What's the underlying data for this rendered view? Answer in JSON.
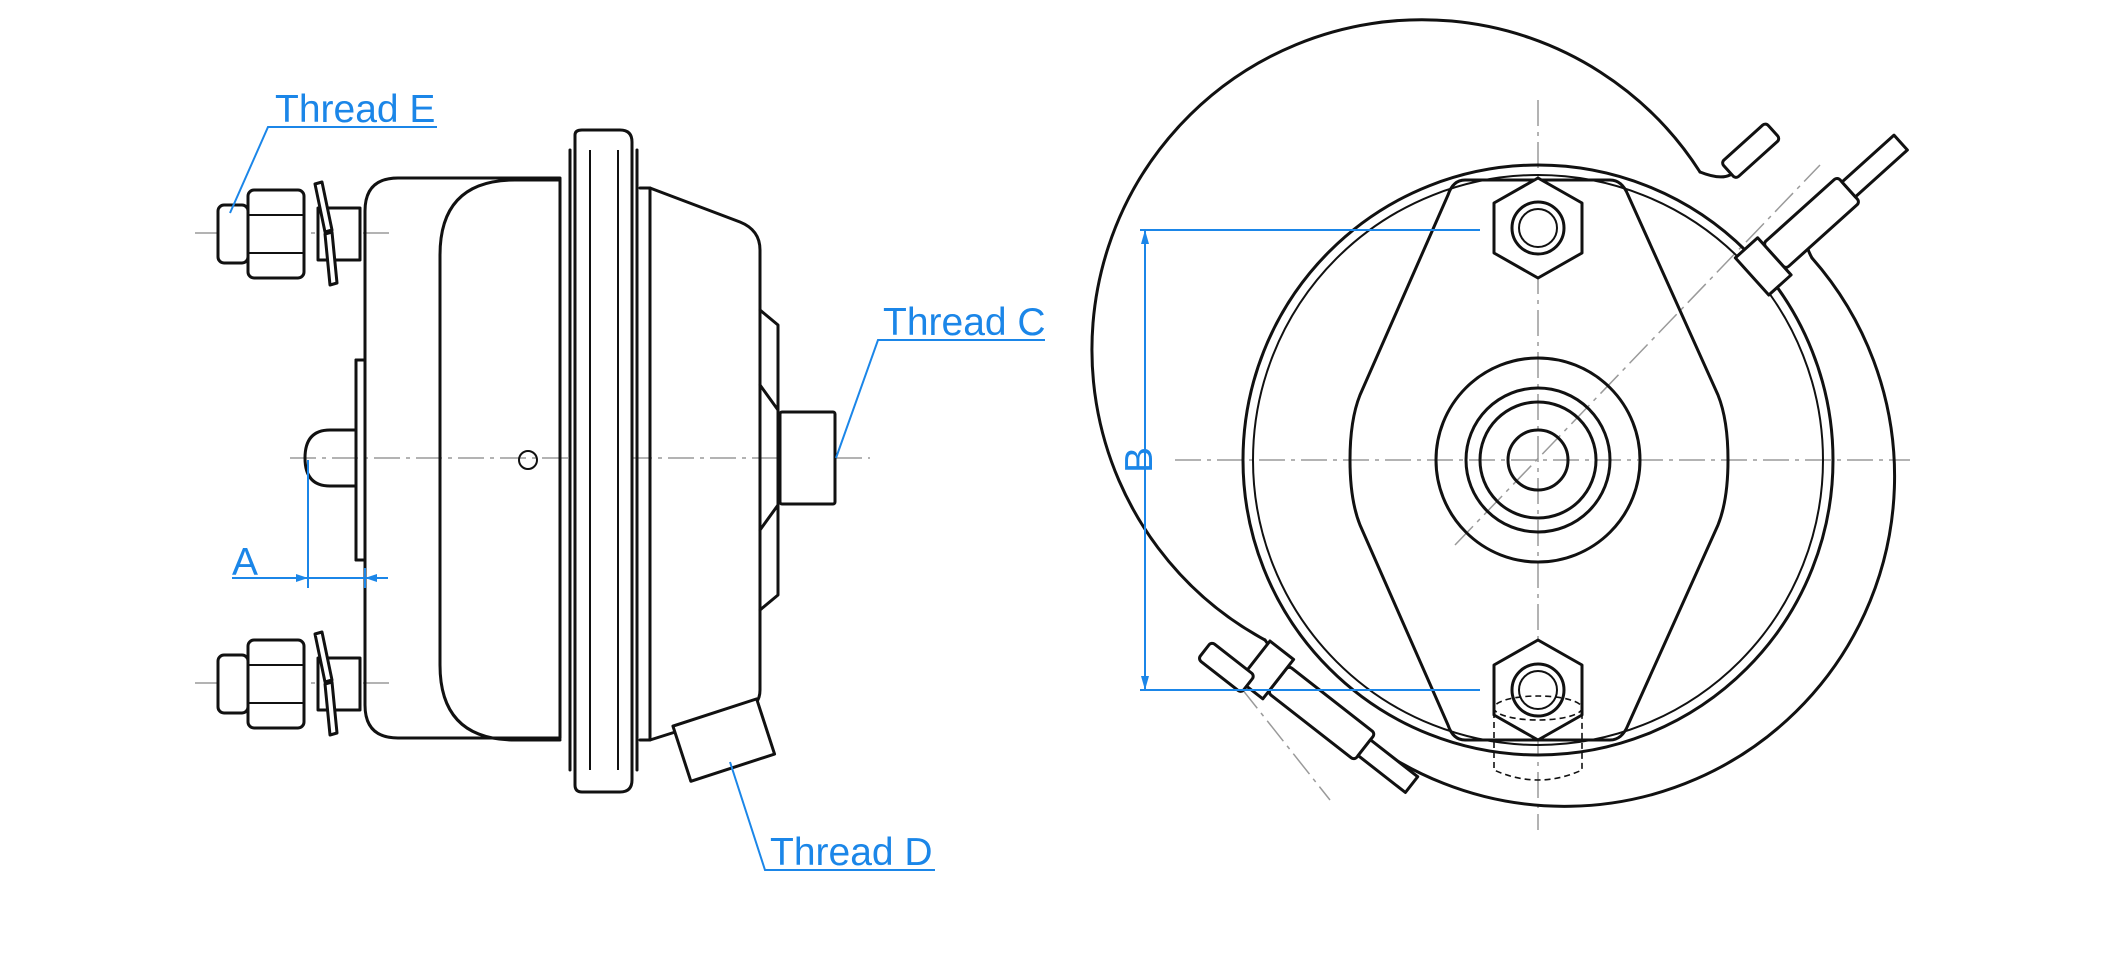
{
  "colors": {
    "annotation": "#1b86e8",
    "outline": "#111111",
    "centerline": "#9a9a9a",
    "background": "#ffffff"
  },
  "labels": {
    "thread_e": "Thread E",
    "thread_c": "Thread C",
    "thread_d": "Thread D",
    "dim_a": "A",
    "dim_b": "B"
  }
}
